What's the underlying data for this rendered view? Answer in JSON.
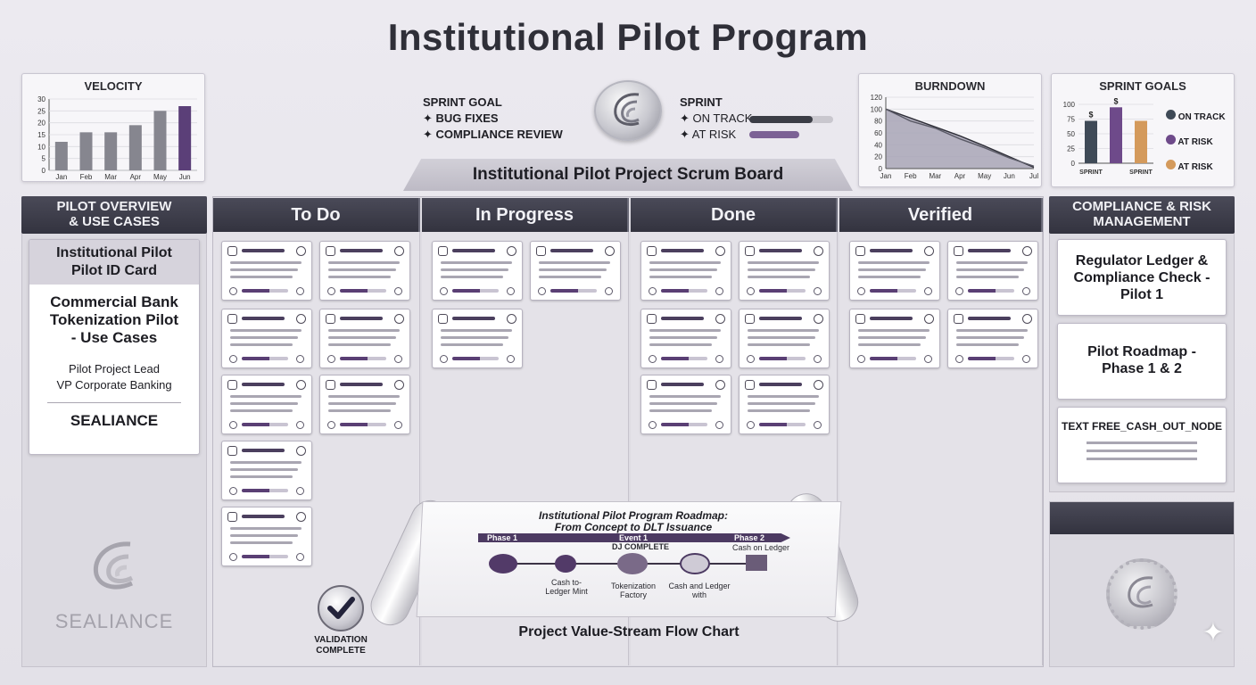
{
  "page_title": "Institutional Pilot Program",
  "velocity": {
    "title": "VELOCITY",
    "chart_data": {
      "type": "bar",
      "categories": [
        "Jan",
        "Feb",
        "Mar",
        "Apr",
        "May",
        "Jun"
      ],
      "values": [
        12,
        16,
        16,
        19,
        25,
        27
      ],
      "y_ticks": [
        "0",
        "5",
        "10",
        "15",
        "20",
        "25",
        "30"
      ],
      "ylim": [
        0,
        30
      ]
    }
  },
  "sprint_goal": {
    "heading": "SPRINT GOAL",
    "items": [
      "BUG FIXES",
      "COMPLIANCE REVIEW"
    ]
  },
  "sprint_status": {
    "heading": "SPRINT",
    "items": [
      {
        "label": "ON TRACK",
        "level": 0.75
      },
      {
        "label": "AT RISK",
        "level": 0.6
      }
    ]
  },
  "burndown": {
    "title": "BURNDOWN",
    "chart_data": {
      "type": "area",
      "x": [
        "Jan",
        "Feb",
        "Mar",
        "Apr",
        "May",
        "Jun",
        "Jul"
      ],
      "y_ticks": [
        "0",
        "20",
        "40",
        "60",
        "80",
        "100",
        "120"
      ],
      "ylim": [
        0,
        120
      ],
      "series": [
        {
          "values": [
            100,
            85,
            70,
            55,
            38,
            20,
            2
          ]
        },
        {
          "values": [
            100,
            80,
            68,
            50,
            35,
            18,
            4
          ]
        }
      ]
    }
  },
  "sprint_goals_chart": {
    "title": "SPRINT GOALS",
    "chart_data": {
      "type": "bar",
      "categories": [
        "SPRINT",
        "",
        "SPRINT"
      ],
      "values": [
        72,
        95,
        72
      ],
      "bar_labels": [
        "$",
        "$",
        ""
      ],
      "y_ticks": [
        "0",
        "25",
        "50",
        "75",
        "100"
      ],
      "ylim": [
        0,
        100
      ]
    },
    "legend": [
      {
        "label": "ON TRACK",
        "color": "#3f4a57"
      },
      {
        "label": "AT RISK",
        "color": "#6e4a8a"
      },
      {
        "label": "AT RISK",
        "color": "#d49a5c"
      }
    ]
  },
  "board_title": "Institutional Pilot Project Scrum Board",
  "columns": [
    "To Do",
    "In Progress",
    "Done",
    "Verified"
  ],
  "left_panel": {
    "header": "PILOT OVERVIEW\n& USE CASES",
    "id_card_title": "Institutional Pilot\nPilot ID Card",
    "use_case_title": "Commercial Bank\nTokenization Pilot\n- Use Cases",
    "lead": "Pilot Project Lead\nVP Corporate Banking",
    "org": "SEALIANCE",
    "logo_text": "SEALIANCE"
  },
  "right_panel": {
    "header": "COMPLIANCE & RISK\nMANAGEMENT",
    "cards": [
      "Regulator Ledger &\nCompliance Check -\nPilot 1",
      "Pilot Roadmap -\nPhase 1 & 2",
      "TEXT FREE_CASH_OUT_NODE"
    ]
  },
  "roadmap": {
    "title": "Institutional Pilot Program Roadmap:\nFrom Concept to DLT Issuance",
    "phases": [
      "Phase 1",
      "Event 1",
      "Phase 2"
    ],
    "nodes": [
      "Cash to-\nLedger Mint",
      "Tokenization\nFactory",
      "Cash and Ledger\nwith",
      "Cash on Ledger"
    ],
    "milestone": "DJ COMPLETE",
    "caption": "Project Value-Stream Flow Chart"
  },
  "validation": "VALIDATION\nCOMPLETE"
}
